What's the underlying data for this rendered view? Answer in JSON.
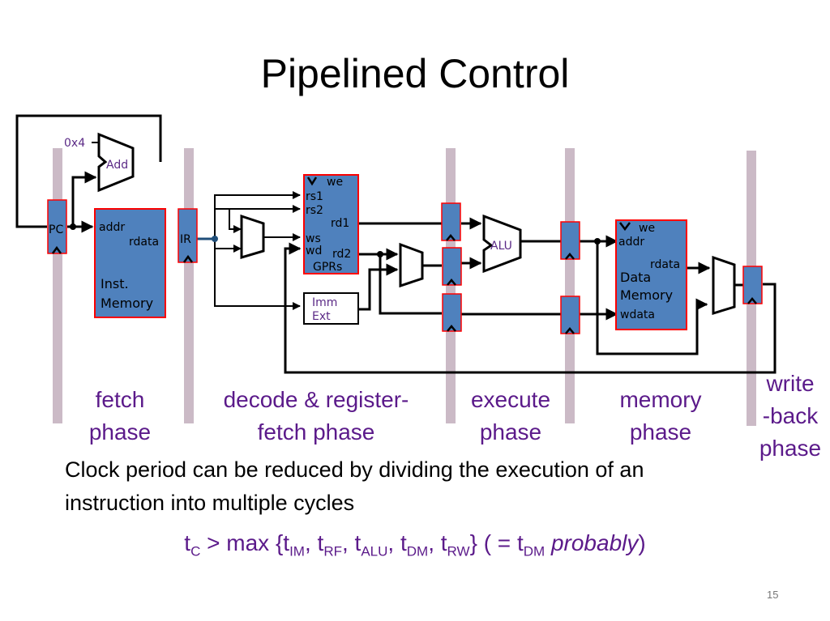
{
  "slide": {
    "title": "Pipelined Control",
    "page_number": "15"
  },
  "diagram": {
    "const_4": "0x4",
    "adder": "Add",
    "pc": "PC",
    "ir": "IR",
    "inst_memory": {
      "addr": "addr",
      "rdata": "rdata",
      "line1": "Inst.",
      "line2": "Memory"
    },
    "gprs": {
      "we": "we",
      "rs1": "rs1",
      "rs2": "rs2",
      "rd1": "rd1",
      "ws": "ws",
      "wd": "wd",
      "rd2": "rd2",
      "name": "GPRs"
    },
    "imm_ext": {
      "line1": "Imm",
      "line2": "Ext"
    },
    "alu": "ALU",
    "data_memory": {
      "we": "we",
      "addr": "addr",
      "rdata": "rdata",
      "line1": "Data",
      "line2": "Memory",
      "wdata": "wdata"
    },
    "colors": {
      "register_fill": "#4f81bd",
      "register_border": "#ff0000",
      "stage_bar": "#cbbac6",
      "wire": "#000000",
      "label_purple": "#5b1a8a"
    }
  },
  "phases": [
    {
      "line1": "fetch",
      "line2": "phase"
    },
    {
      "line1": "decode & register-",
      "line2": "fetch phase"
    },
    {
      "line1": "execute",
      "line2": "phase"
    },
    {
      "line1": "memory",
      "line2": "phase"
    },
    {
      "line1": "write",
      "line2": "-back",
      "line3": "phase"
    }
  ],
  "body": {
    "text": "Clock period can be reduced by dividing the execution of an instruction into multiple cycles"
  },
  "formula": {
    "tc": "t",
    "tc_sub": "C",
    "gt_max": " > max {",
    "t_im": "t",
    "im": "IM",
    "sep1": ", ",
    "t_rf": "t",
    "rf": "RF",
    "sep2": ", ",
    "t_alu": "t",
    "alu": "ALU",
    "sep3": ", ",
    "t_dm": "t",
    "dm": "DM",
    "sep4": ", ",
    "t_rw": "t",
    "rw": "RW",
    "close": "} ( = ",
    "t_dm2": "t",
    "dm2": "DM",
    "probably": " probably",
    "end": ")"
  }
}
